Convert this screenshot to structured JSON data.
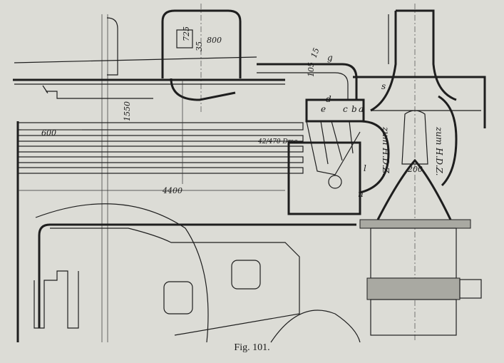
{
  "figure": {
    "caption": "Fig. 101.",
    "dimensions": {
      "d725": "725",
      "d800": "800",
      "d35": "35",
      "d1550": "1550",
      "d600": "600",
      "d4400": "4400",
      "d105": "105",
      "d15": "15",
      "d200": "200",
      "tube_area": "42/470 Dmc"
    },
    "annotations": {
      "zum_left": "zum H.D.Z.",
      "zum_right": "zum H.D.Z.",
      "a": "a",
      "b": "b",
      "c": "c",
      "d": "d",
      "e": "e",
      "g": "g",
      "s": "s",
      "l": "l",
      "n": "n"
    }
  }
}
